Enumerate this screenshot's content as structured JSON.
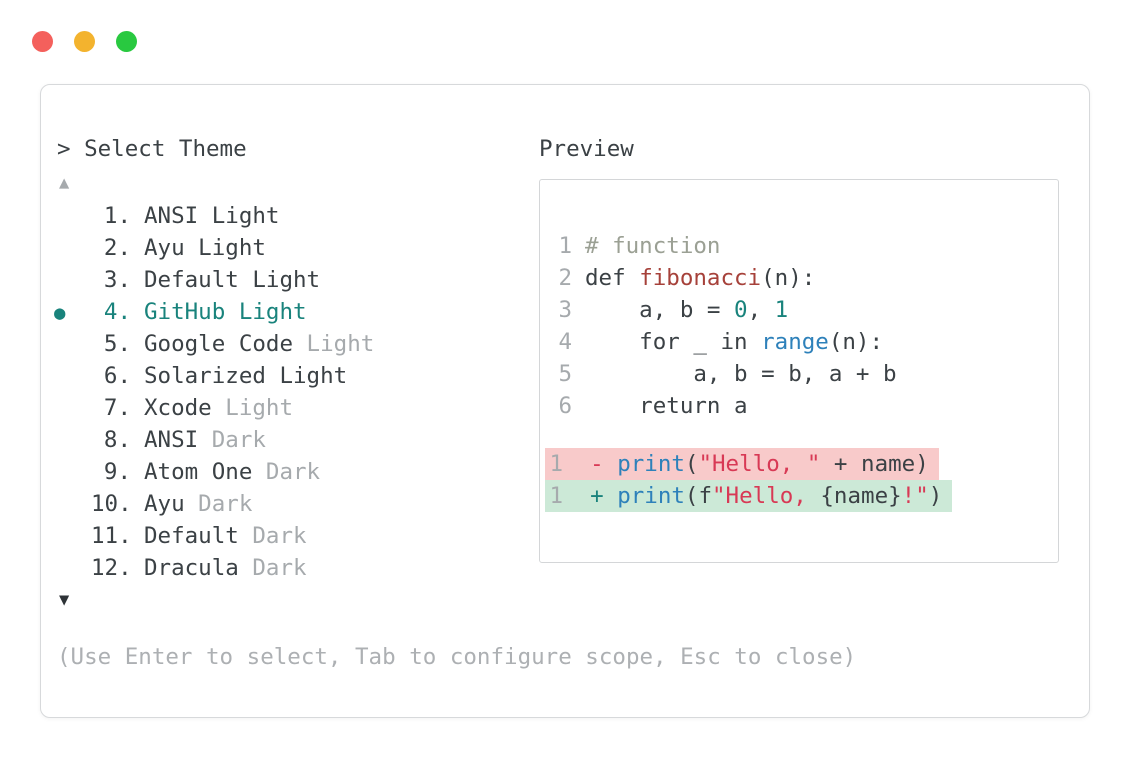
{
  "window": {
    "traffic_lights": [
      {
        "name": "close-button",
        "color": "#F4605C"
      },
      {
        "name": "minimize-button",
        "color": "#F3B32E"
      },
      {
        "name": "zoom-button",
        "color": "#29C940"
      }
    ]
  },
  "colors": {
    "dark": "#3B4145",
    "gray": "#A6AAAD",
    "footerGray": "#ADB0B3",
    "teal": "#19837C",
    "blue": "#2E81BA",
    "brick": "#A6413A",
    "crimson": "#D83955",
    "comment": "#9BA094",
    "bgRemoved": "#F8CACA",
    "bgAdded": "#CCE9D7",
    "panelBorder": "#D7D9DB",
    "previewBorder": "#D4D6D8",
    "arrowDown": "#2E3337"
  },
  "picker": {
    "prompt": "> Select Theme",
    "scroll_up_icon": "▲",
    "scroll_down_icon": "▼",
    "selected_marker": "●",
    "items": [
      {
        "number": "1.",
        "name": "ANSI Light",
        "dim": "",
        "selected": false
      },
      {
        "number": "2.",
        "name": "Ayu Light",
        "dim": "",
        "selected": false
      },
      {
        "number": "3.",
        "name": "Default Light",
        "dim": "",
        "selected": false
      },
      {
        "number": "4.",
        "name": "GitHub Light",
        "dim": "",
        "selected": true
      },
      {
        "number": "5.",
        "name": "Google Code",
        "dim": "Light",
        "selected": false
      },
      {
        "number": "6.",
        "name": "Solarized Light",
        "dim": "",
        "selected": false
      },
      {
        "number": "7.",
        "name": "Xcode",
        "dim": "Light",
        "selected": false
      },
      {
        "number": "8.",
        "name": "ANSI",
        "dim": "Dark",
        "selected": false
      },
      {
        "number": "9.",
        "name": "Atom One",
        "dim": "Dark",
        "selected": false
      },
      {
        "number": "10.",
        "name": "Ayu",
        "dim": "Dark",
        "selected": false
      },
      {
        "number": "11.",
        "name": "Default",
        "dim": "Dark",
        "selected": false
      },
      {
        "number": "12.",
        "name": "Dracula",
        "dim": "Dark",
        "selected": false
      }
    ],
    "footer": "(Use Enter to select, Tab to configure scope, Esc to close)"
  },
  "preview": {
    "label": "Preview",
    "code_lines": [
      {
        "number": "1",
        "segments": [
          {
            "text": "# function",
            "color": "comment"
          }
        ]
      },
      {
        "number": "2",
        "segments": [
          {
            "text": "def ",
            "color": "dark"
          },
          {
            "text": "fibonacci",
            "color": "brick"
          },
          {
            "text": "(n):",
            "color": "dark"
          }
        ]
      },
      {
        "number": "3",
        "segments": [
          {
            "text": "    a, b = ",
            "color": "dark"
          },
          {
            "text": "0",
            "color": "teal"
          },
          {
            "text": ", ",
            "color": "dark"
          },
          {
            "text": "1",
            "color": "teal"
          }
        ]
      },
      {
        "number": "4",
        "segments": [
          {
            "text": "    for _ in ",
            "color": "dark"
          },
          {
            "text": "range",
            "color": "blue"
          },
          {
            "text": "(n):",
            "color": "dark"
          }
        ]
      },
      {
        "number": "5",
        "segments": [
          {
            "text": "        a, b = b, a + b",
            "color": "dark"
          }
        ]
      },
      {
        "number": "6",
        "segments": [
          {
            "text": "    return a",
            "color": "dark"
          }
        ]
      }
    ],
    "diff_lines": [
      {
        "number": "1",
        "kind": "removed",
        "segments": [
          {
            "text": "  - ",
            "color": "crimson"
          },
          {
            "text": "print",
            "color": "blue"
          },
          {
            "text": "(",
            "color": "dark"
          },
          {
            "text": "\"Hello, \"",
            "color": "crimson"
          },
          {
            "text": " + name)",
            "color": "dark"
          }
        ]
      },
      {
        "number": "1",
        "kind": "added",
        "segments": [
          {
            "text": "  + ",
            "color": "teal"
          },
          {
            "text": "print",
            "color": "blue"
          },
          {
            "text": "(f",
            "color": "dark"
          },
          {
            "text": "\"Hello, ",
            "color": "crimson"
          },
          {
            "text": "{name}",
            "color": "dark"
          },
          {
            "text": "!\"",
            "color": "crimson"
          },
          {
            "text": ")",
            "color": "dark"
          }
        ]
      }
    ]
  }
}
